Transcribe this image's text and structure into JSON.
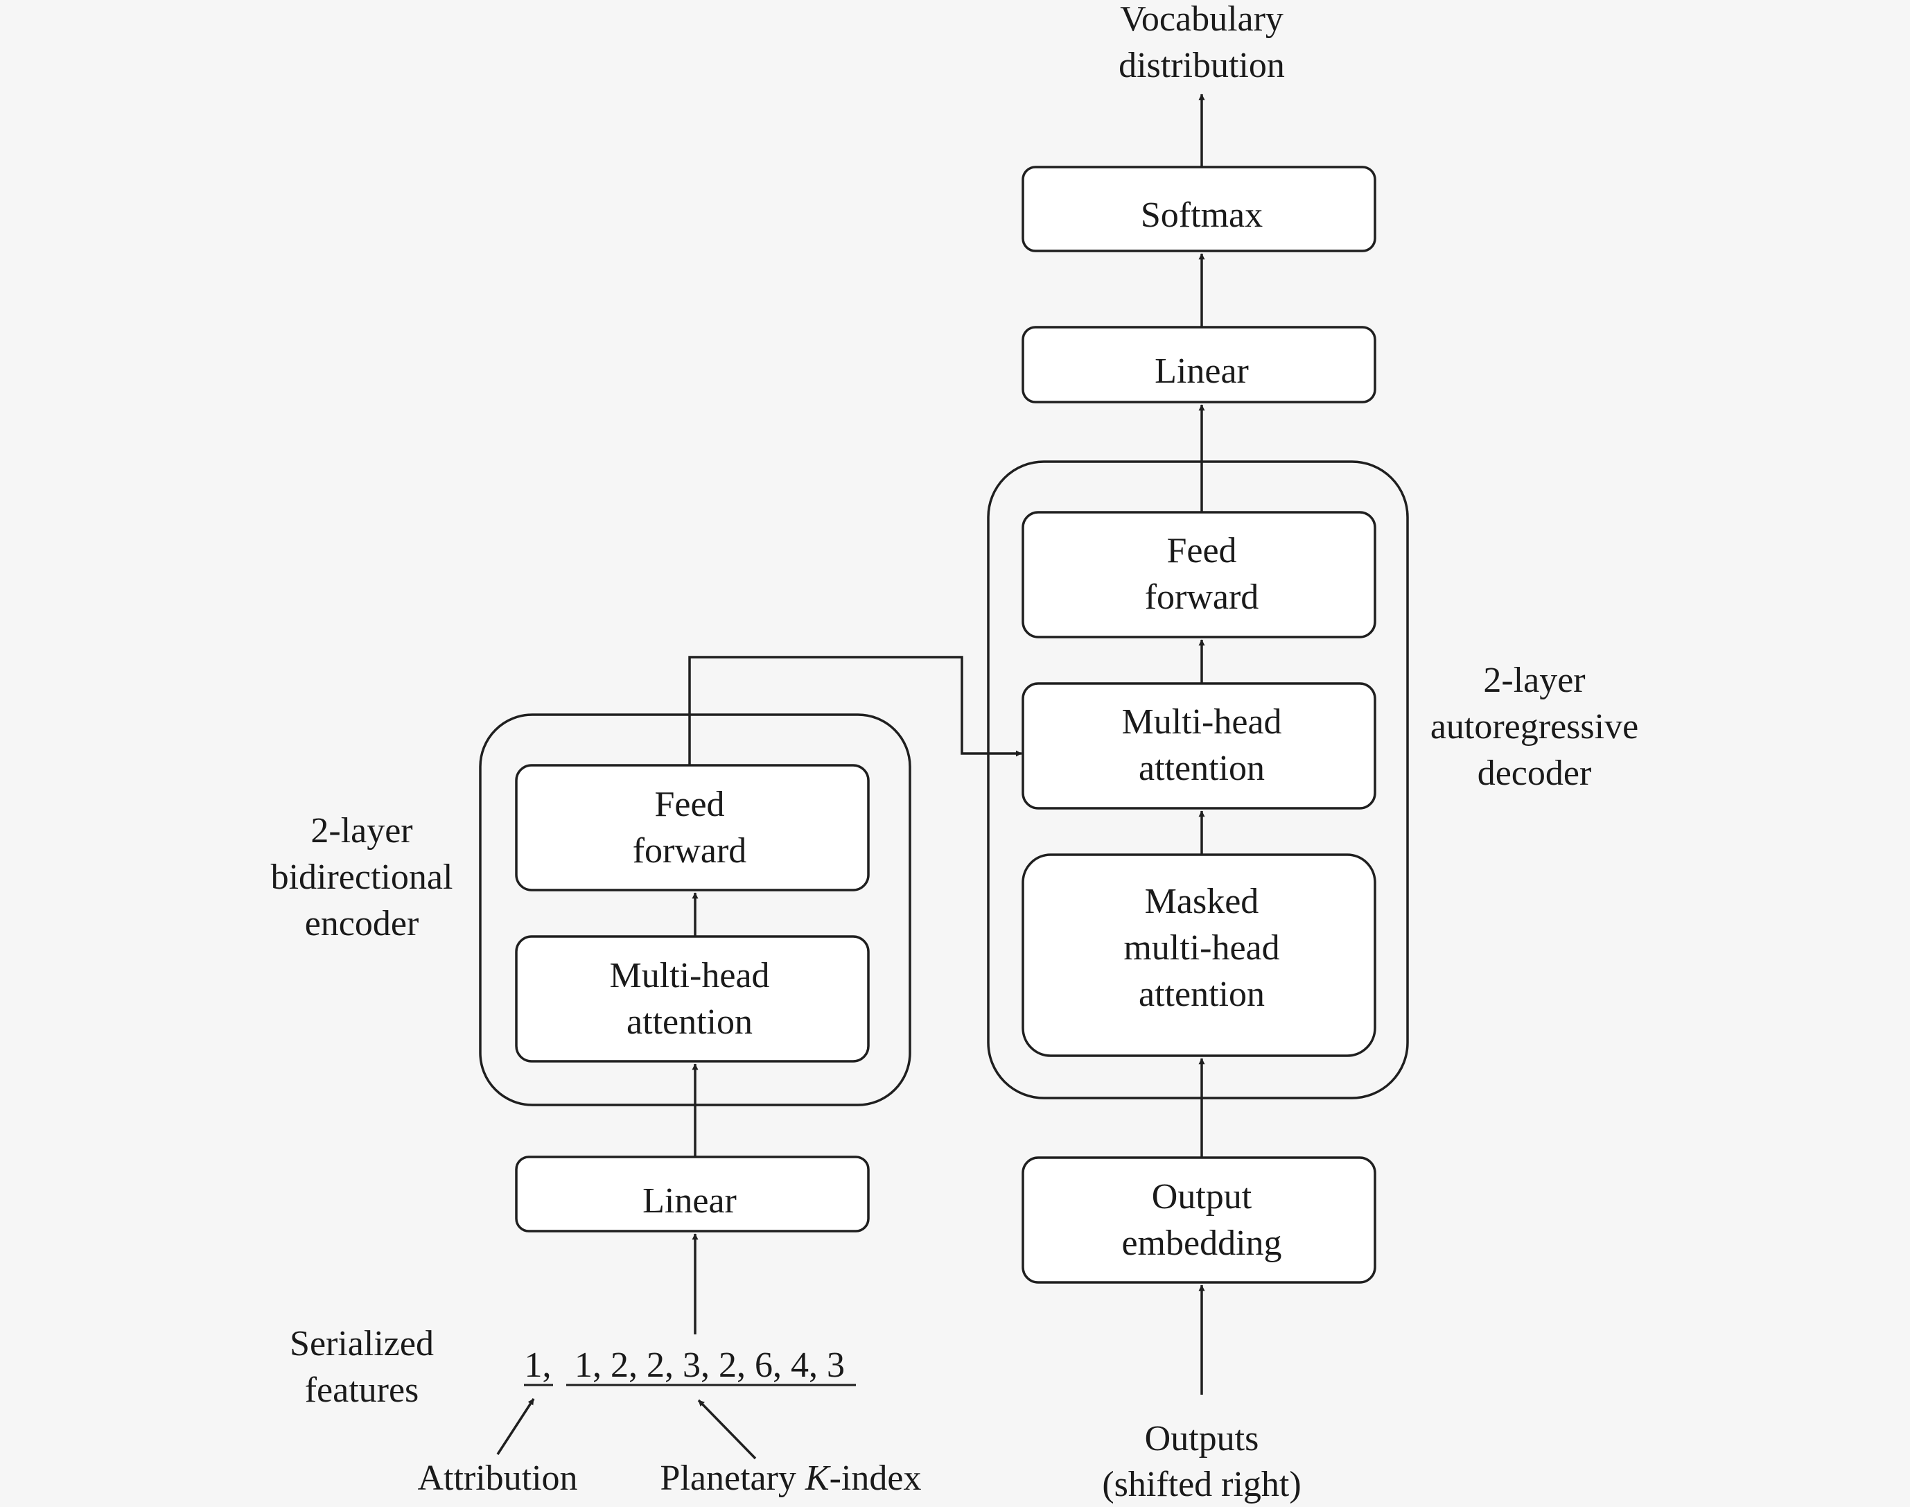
{
  "encoder": {
    "label_line1": "2-layer",
    "label_line2": "bidirectional",
    "label_line3": "encoder",
    "linear": "Linear",
    "mha_line1": "Multi-head",
    "mha_line2": "attention",
    "ff_line1": "Feed",
    "ff_line2": "forward"
  },
  "decoder": {
    "label_line1": "2-layer",
    "label_line2": "autoregressive",
    "label_line3": "decoder",
    "output_emb_line1": "Output",
    "output_emb_line2": "embedding",
    "masked_line1": "Masked",
    "masked_line2": "multi-head",
    "masked_line3": "attention",
    "mha_line1": "Multi-head",
    "mha_line2": "attention",
    "ff_line1": "Feed",
    "ff_line2": "forward",
    "linear": "Linear",
    "softmax": "Softmax"
  },
  "output": {
    "line1": "Vocabulary",
    "line2": "distribution"
  },
  "inputs": {
    "serialized_line1": "Serialized",
    "serialized_line2": "features",
    "attribution_value": "1,",
    "kindex_values": "1, 2, 2, 3, 2, 6, 4, 3",
    "attribution_label": "Attribution",
    "kindex_label_prefix": "Planetary ",
    "kindex_label_k": "K",
    "kindex_label_suffix": "-index",
    "outputs_line1": "Outputs",
    "outputs_line2": "(shifted right)"
  }
}
